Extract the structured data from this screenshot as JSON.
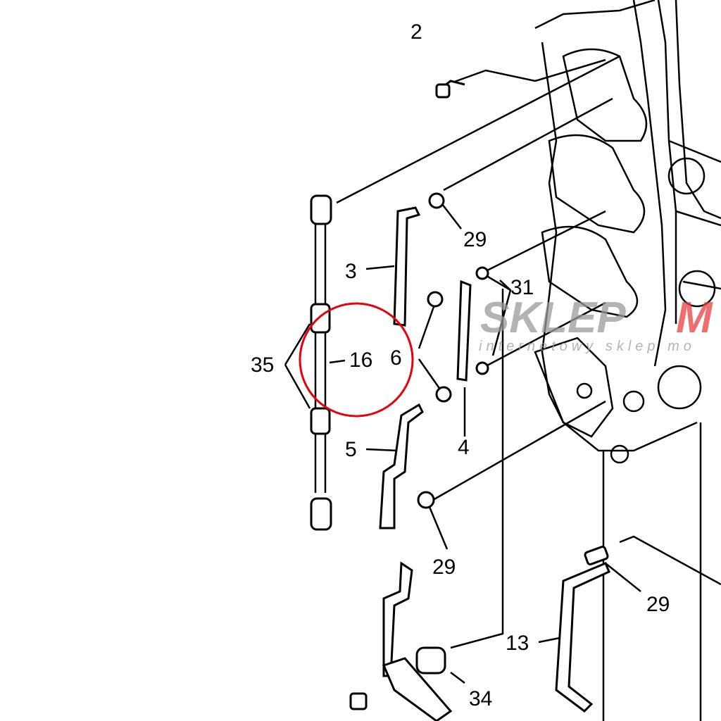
{
  "labels": {
    "l2": "2",
    "l29a": "29",
    "l3": "3",
    "l31": "31",
    "l35": "35",
    "l16": "16",
    "l6": "6",
    "l5": "5",
    "l4": "4",
    "l29b": "29",
    "l29c": "29",
    "l13": "13",
    "l34": "34"
  },
  "watermark": {
    "brand_gray": "SKLEP",
    "brand_red": "M",
    "tagline": "internetowy sklep mo"
  },
  "colors": {
    "highlight_circle": "#e8000b",
    "watermark_red": "#e8403f",
    "watermark_gray": "#9a9a9a"
  }
}
